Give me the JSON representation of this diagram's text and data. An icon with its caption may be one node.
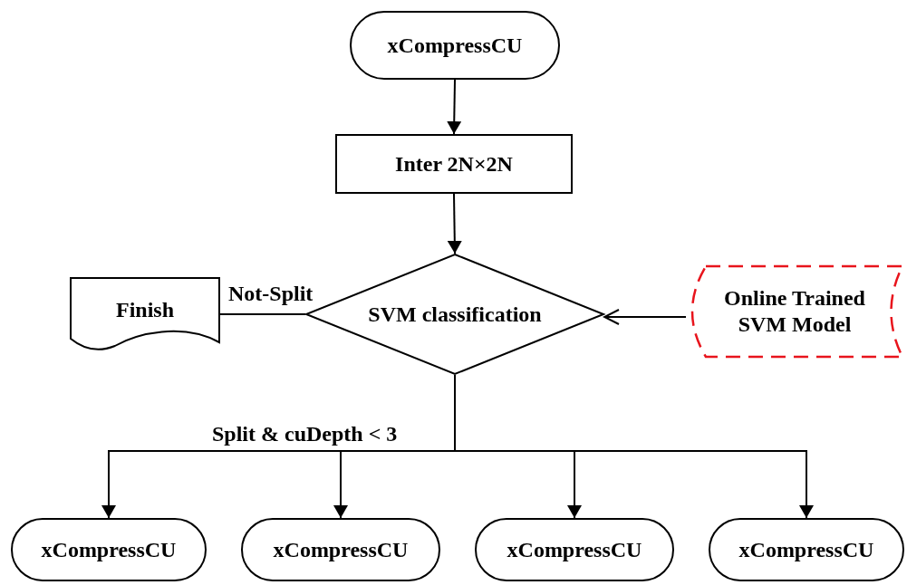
{
  "diagram": {
    "nodes": [
      {
        "text": [
          "xCompressCU"
        ]
      },
      {
        "text": [
          "Inter 2N×2N"
        ]
      },
      {
        "text": [
          "SVM classification"
        ]
      },
      {
        "text": [
          "Finish"
        ]
      },
      {
        "text": [
          "Online Trained SVM Model"
        ]
      },
      {
        "text": [
          "xCompressCU"
        ]
      },
      {
        "text": [
          "xCompressCU"
        ]
      },
      {
        "text": [
          "xCompressCU"
        ]
      },
      {
        "text": [
          "xCompressCU"
        ]
      }
    ],
    "edges": [
      {
        "from": 0,
        "to": 1,
        "arrow": "to"
      },
      {
        "from": 1,
        "to": 2,
        "arrow": "to"
      },
      {
        "from": 2,
        "to": 3,
        "arrow": "none",
        "label": "Not-Split"
      },
      {
        "from": 4,
        "to": 2,
        "arrow": "to"
      },
      {
        "from": 2,
        "to": 5,
        "arrow": "to",
        "label": "Split & cuDepth <  3"
      },
      {
        "from": 2,
        "to": 6,
        "arrow": "to"
      },
      {
        "from": 2,
        "to": 7,
        "arrow": "to"
      },
      {
        "from": 2,
        "to": 8,
        "arrow": "to"
      }
    ]
  }
}
